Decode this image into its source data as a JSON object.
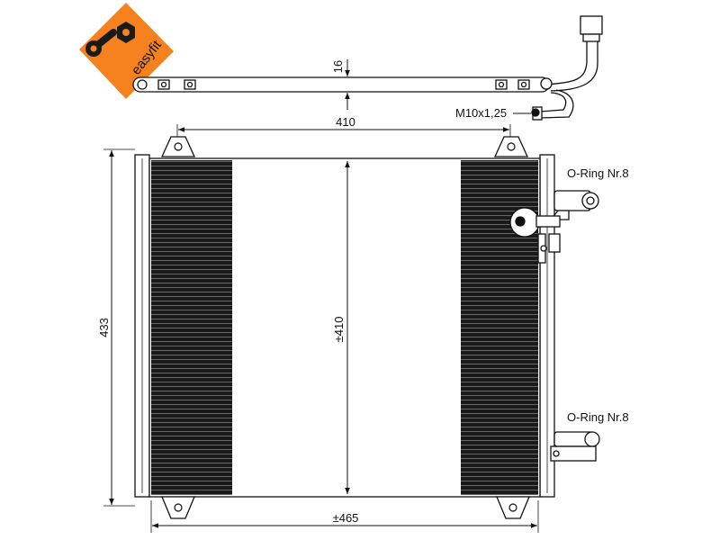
{
  "logo": {
    "text": "easyfit",
    "color": "#f5821f"
  },
  "dimensions": {
    "bar_thickness": "16",
    "top_width": "410",
    "height_overall": "433",
    "core_height": "±410",
    "bottom_width": "±465"
  },
  "labels": {
    "thread": "M10x1,25",
    "oring_top": "O-Ring Nr.8",
    "oring_bottom": "O-Ring Nr.8"
  },
  "icons": [
    "wrench-icon",
    "hex-nut-icon"
  ]
}
